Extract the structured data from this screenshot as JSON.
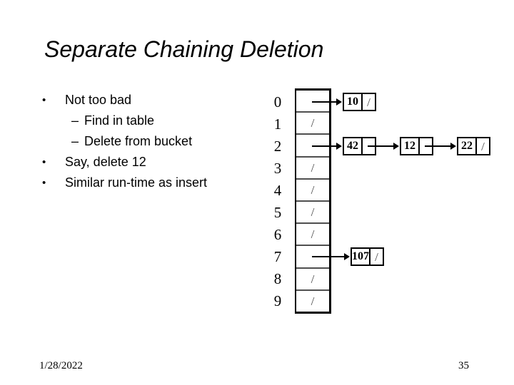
{
  "slide": {
    "title": "Separate Chaining Deletion",
    "footer": {
      "date": "1/28/2022",
      "page_number": "35"
    }
  },
  "bullets": [
    {
      "level": 1,
      "marker": "•",
      "text": "Not too bad"
    },
    {
      "level": 2,
      "marker": "–",
      "text": "Find in table"
    },
    {
      "level": 2,
      "marker": "–",
      "text": "Delete from bucket"
    },
    {
      "level": 1,
      "marker": "•",
      "text": "Say, delete 12"
    },
    {
      "level": 1,
      "marker": "•",
      "text": "Similar run-time as insert"
    }
  ],
  "hash_table": {
    "null_symbol": "/",
    "buckets": [
      {
        "index": "0",
        "chain": [
          "10"
        ]
      },
      {
        "index": "1",
        "chain": []
      },
      {
        "index": "2",
        "chain": [
          "42",
          "12",
          "22"
        ]
      },
      {
        "index": "3",
        "chain": []
      },
      {
        "index": "4",
        "chain": []
      },
      {
        "index": "5",
        "chain": []
      },
      {
        "index": "6",
        "chain": []
      },
      {
        "index": "7",
        "chain": [
          "107"
        ]
      },
      {
        "index": "8",
        "chain": []
      },
      {
        "index": "9",
        "chain": []
      }
    ]
  },
  "colors": {
    "background": "#ffffff",
    "text": "#000000",
    "line": "#000000",
    "null_slash": "#4d4d4d",
    "cell_divider": "#4f4f4f"
  }
}
